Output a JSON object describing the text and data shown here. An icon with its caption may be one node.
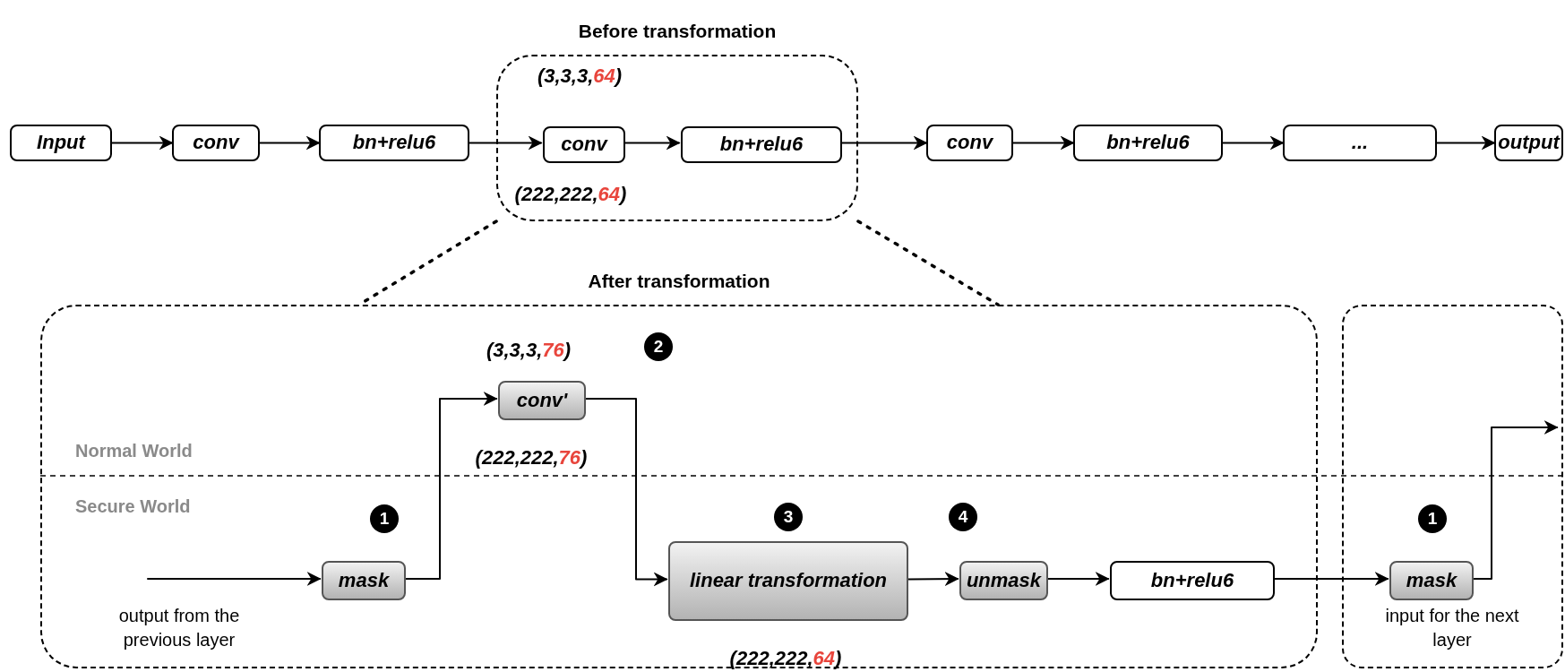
{
  "diagram": {
    "nodes": [
      {
        "text": [
          "Input"
        ]
      },
      {
        "text": [
          "conv"
        ]
      },
      {
        "text": [
          "bn+relu6"
        ]
      },
      {
        "text": [
          "Before transformation"
        ]
      },
      {
        "text": [
          "conv"
        ],
        "in": 3
      },
      {
        "text": [
          "bn+relu6"
        ],
        "in": 3
      },
      {
        "text": [
          "conv"
        ]
      },
      {
        "text": [
          "bn+relu6"
        ]
      },
      {
        "text": [
          "..."
        ]
      },
      {
        "text": [
          "output"
        ]
      },
      {
        "text": [
          "After transformation"
        ]
      },
      {
        "text": [],
        "shape": "box"
      },
      {
        "text": [
          "conv'"
        ],
        "in": 10
      },
      {
        "text": [
          "mask"
        ],
        "in": 10
      },
      {
        "text": [
          "linear transformation"
        ],
        "in": 10
      },
      {
        "text": [
          "unmask"
        ],
        "in": 10
      },
      {
        "text": [
          "bn+relu6"
        ],
        "in": 10
      },
      {
        "text": [
          "mask"
        ],
        "in": 11
      }
    ],
    "edges": [
      {
        "from": 0,
        "to": 1,
        "arrow": "to"
      },
      {
        "from": 1,
        "to": 2,
        "arrow": "to"
      },
      {
        "from": 2,
        "to": 4,
        "arrow": "to"
      },
      {
        "from": 4,
        "to": 5,
        "arrow": "to"
      },
      {
        "from": 5,
        "to": 6,
        "arrow": "to"
      },
      {
        "from": 6,
        "to": 7,
        "arrow": "to"
      },
      {
        "from": 7,
        "to": 8,
        "arrow": "to"
      },
      {
        "from": 8,
        "to": 9,
        "arrow": "to"
      },
      {
        "from": 13,
        "to": 12,
        "arrow": "to"
      },
      {
        "from": 12,
        "to": 14,
        "arrow": "to"
      },
      {
        "from": 14,
        "to": 15,
        "arrow": "to"
      },
      {
        "from": 15,
        "to": 16,
        "arrow": "to"
      },
      {
        "from": 16,
        "to": 17,
        "arrow": "to"
      },
      {
        "from": null,
        "to": 13,
        "arrow": "to"
      },
      {
        "from": 17,
        "to": null,
        "arrow": "to"
      },
      {
        "from": 3,
        "to": 10,
        "arrow": "none",
        "style": "dashed"
      },
      {
        "from": 3,
        "to": 10,
        "arrow": "none",
        "style": "dashed"
      }
    ],
    "labels": [
      "(3,3,3,64)",
      "(222,222,64)",
      "(3,3,3,76)",
      "2",
      "Normal World",
      "(222,222,76)",
      "Secure World",
      "1",
      "3",
      "4",
      "1",
      "output from the previous layer",
      "input for the next layer",
      "(222,222,64)"
    ]
  }
}
